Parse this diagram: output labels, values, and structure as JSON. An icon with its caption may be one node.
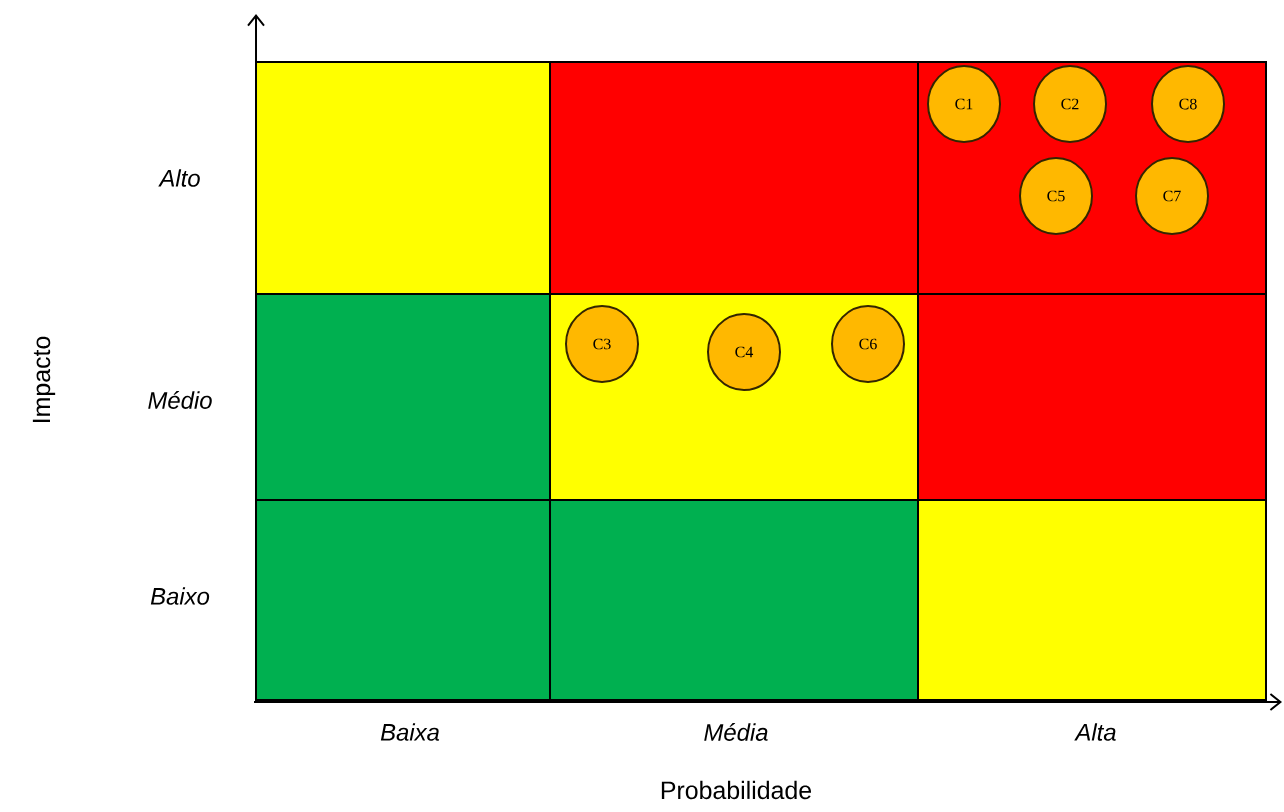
{
  "diagram": {
    "nodes": [
      {
        "text": [],
        "shape": "box"
      },
      {
        "text": [],
        "shape": "box"
      },
      {
        "text": [],
        "shape": "box"
      },
      {
        "text": [
          "C1"
        ],
        "in": 2
      },
      {
        "text": [
          "C2"
        ],
        "in": 2
      },
      {
        "text": [
          "C8"
        ],
        "in": 2
      },
      {
        "text": [
          "C5"
        ],
        "in": 2
      },
      {
        "text": [
          "C7"
        ],
        "in": 2
      },
      {
        "text": [],
        "shape": "box"
      },
      {
        "text": [],
        "shape": "box"
      },
      {
        "text": [
          "C3"
        ],
        "in": 9
      },
      {
        "text": [
          "C4"
        ],
        "in": 9
      },
      {
        "text": [
          "C6"
        ],
        "in": 9
      },
      {
        "text": [],
        "shape": "box"
      },
      {
        "text": [],
        "shape": "box"
      },
      {
        "text": [],
        "shape": "box"
      },
      {
        "text": [],
        "shape": "box"
      }
    ],
    "labels": [
      "Alto",
      "Médio",
      "Baixo",
      "Baixa",
      "Média",
      "Alta",
      "Impacto",
      "Probabilidade"
    ]
  }
}
